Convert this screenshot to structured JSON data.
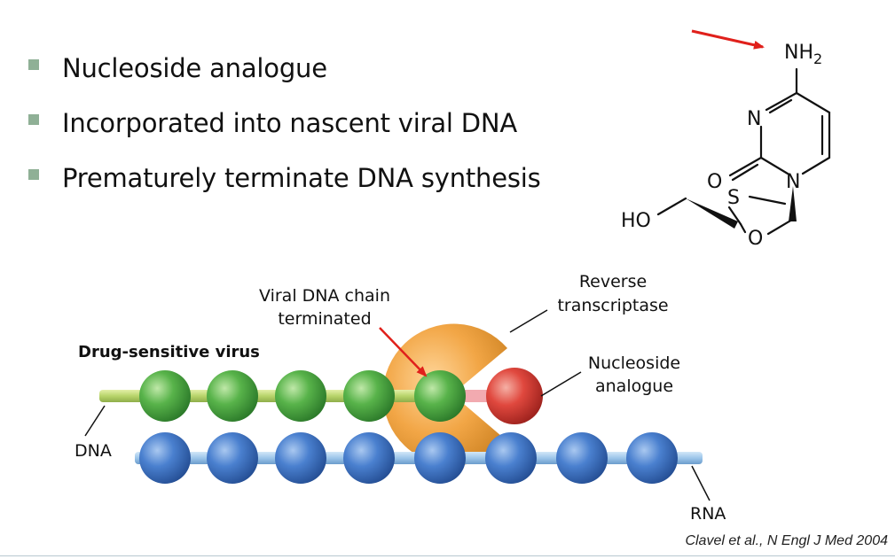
{
  "bullets": [
    "Nucleoside analogue",
    "Incorporated into nascent viral DNA",
    "Prematurely terminate DNA synthesis"
  ],
  "structure": {
    "nh2_N": "NH",
    "nh2_sub": "2",
    "ring_N_upper": "N",
    "ring_N_lower": "N",
    "carbonyl_O": "O",
    "sulfur": "S",
    "ring_O": "O",
    "hydroxyl": "HO"
  },
  "figure": {
    "title": "Drug-sensitive virus",
    "label_viral_line1": "Viral DNA chain",
    "label_viral_line2": "terminated",
    "label_rt_line1": "Reverse",
    "label_rt_line2": "transcriptase",
    "label_na_line1": "Nucleoside",
    "label_na_line2": "analogue",
    "label_dna": "DNA",
    "label_rna": "RNA"
  },
  "citation": "Clavel et al., N Engl J Med 2004",
  "colors": {
    "bullet_marker": "#8fb096",
    "arrow": "#e0201b",
    "enzyme": "#f2a646",
    "dna_bead": "#4faa45",
    "rna_bead": "#3f78c7",
    "analogue_bead": "#e0483e",
    "dna_strand": "#b8d46a",
    "rna_strand": "#9cc6ea"
  },
  "icons": [
    "red-arrow-icon",
    "bullet-square-icon"
  ]
}
